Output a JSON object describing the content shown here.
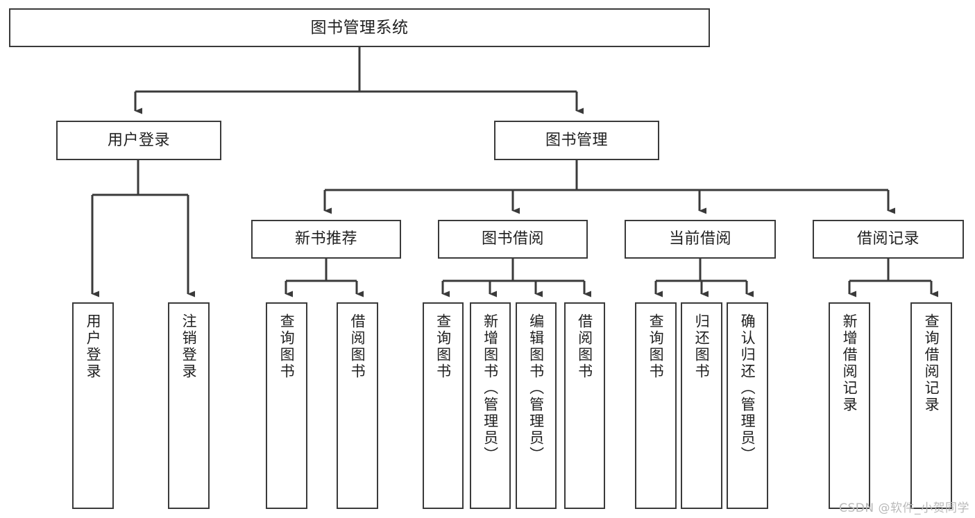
{
  "diagram": {
    "title": "图书管理系统",
    "watermark": "CSDN @软件_小贺同学",
    "stroke_color": "#3a3a3a",
    "text_color": "#1f1f1f",
    "background": "#ffffff",
    "nodes": {
      "root": {
        "label": "图书管理系统"
      },
      "level2": [
        {
          "id": "user-login",
          "label": "用户登录"
        },
        {
          "id": "book-management",
          "label": "图书管理"
        }
      ],
      "level3": [
        {
          "id": "new-book-recommend",
          "label": "新书推荐"
        },
        {
          "id": "book-borrow",
          "label": "图书借阅"
        },
        {
          "id": "current-borrow",
          "label": "当前借阅"
        },
        {
          "id": "borrow-record",
          "label": "借阅记录"
        }
      ],
      "leaves": {
        "user-login": [
          {
            "id": "leaf-user-login",
            "label": "用户登录"
          },
          {
            "id": "leaf-logout",
            "label": "注销登录"
          }
        ],
        "new-book-recommend": [
          {
            "id": "leaf-query-book-1",
            "label": "查询图书"
          },
          {
            "id": "leaf-borrow-book-1",
            "label": "借阅图书"
          }
        ],
        "book-borrow": [
          {
            "id": "leaf-query-book-2",
            "label": "查询图书"
          },
          {
            "id": "leaf-add-book",
            "label": "新增图书（管理员）"
          },
          {
            "id": "leaf-edit-book",
            "label": "编辑图书（管理员）"
          },
          {
            "id": "leaf-borrow-book-2",
            "label": "借阅图书"
          }
        ],
        "current-borrow": [
          {
            "id": "leaf-query-book-3",
            "label": "查询图书"
          },
          {
            "id": "leaf-return-book",
            "label": "归还图书"
          },
          {
            "id": "leaf-confirm-return",
            "label": "确认归还（管理员）"
          }
        ],
        "borrow-record": [
          {
            "id": "leaf-add-record",
            "label": "新增借阅记录"
          },
          {
            "id": "leaf-query-record",
            "label": "查询借阅记录"
          }
        ]
      }
    }
  }
}
